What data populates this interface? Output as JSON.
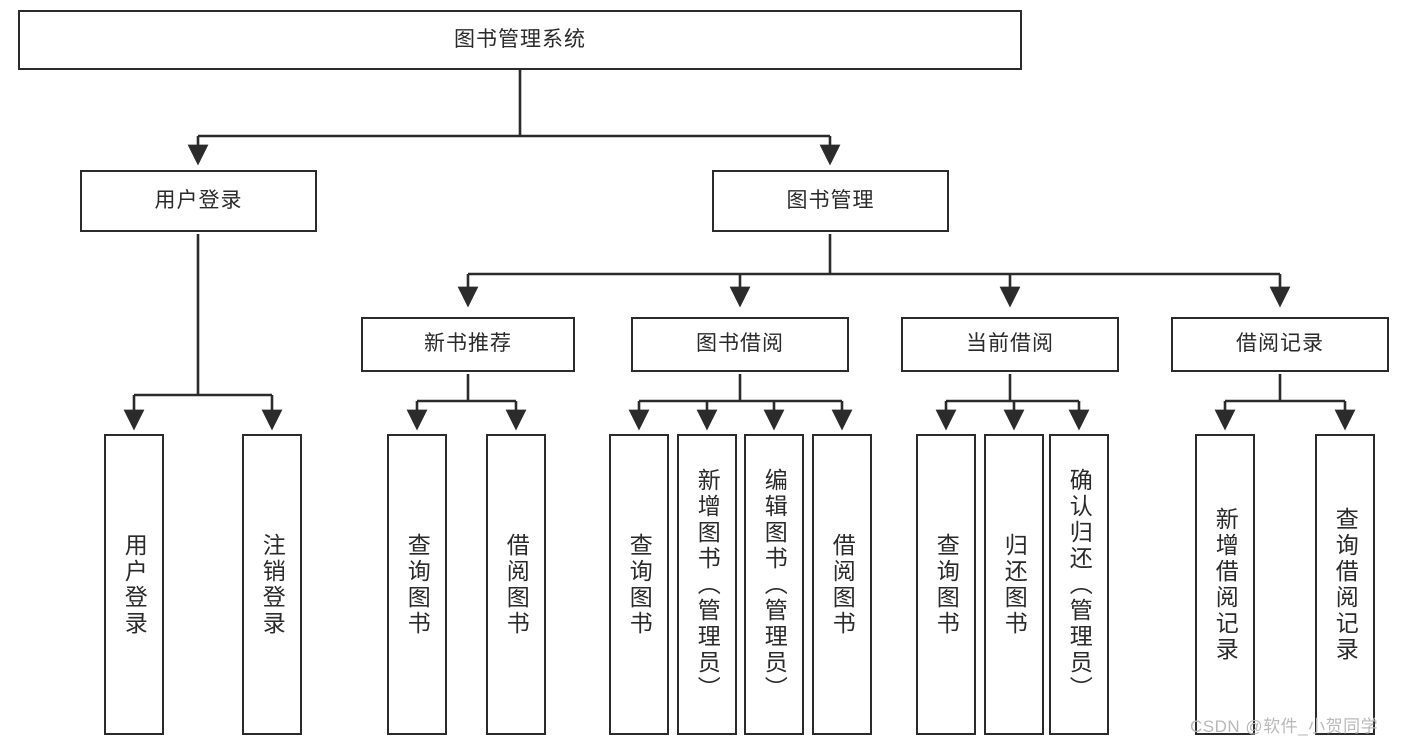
{
  "diagram": {
    "title": "图书管理系统",
    "type": "tree-hierarchy-diagram",
    "colors": {
      "box_border": "#2b2b2b",
      "box_fill": "#ffffff",
      "connector": "#2b2b2b",
      "text": "#2a2a2a",
      "watermark": "#b9b9b9"
    },
    "root": {
      "label": "图书管理系统"
    },
    "level2": [
      {
        "label": "用户登录"
      },
      {
        "label": "图书管理"
      }
    ],
    "level3": [
      {
        "label": "新书推荐"
      },
      {
        "label": "图书借阅"
      },
      {
        "label": "当前借阅"
      },
      {
        "label": "借阅记录"
      }
    ],
    "leaves": {
      "user_login": [
        {
          "label": "用户登录"
        },
        {
          "label": "注销登录"
        }
      ],
      "new_book_recommend": [
        {
          "label": "查询图书"
        },
        {
          "label": "借阅图书"
        }
      ],
      "book_borrow": [
        {
          "label": "查询图书"
        },
        {
          "label": "新增图书（管理员）"
        },
        {
          "label": "编辑图书（管理员）"
        },
        {
          "label": "借阅图书"
        }
      ],
      "current_borrow": [
        {
          "label": "查询图书"
        },
        {
          "label": "归还图书"
        },
        {
          "label": "确认归还（管理员）"
        }
      ],
      "borrow_record": [
        {
          "label": "新增借阅记录"
        },
        {
          "label": "查询借阅记录"
        }
      ]
    }
  },
  "watermark": {
    "text": "CSDN @软件_小贺同学"
  }
}
